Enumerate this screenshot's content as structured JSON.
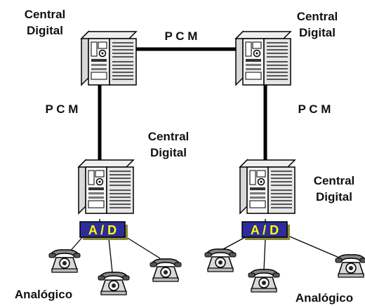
{
  "labels": {
    "central_top_left": [
      "Central",
      "Digital"
    ],
    "central_top_right": [
      "Central",
      "Digital"
    ],
    "central_mid_left": [
      "Central",
      "Digital"
    ],
    "central_mid_right": [
      "Central",
      "Digital"
    ],
    "pcm_top": "P C M",
    "pcm_left": "P C M",
    "pcm_right": "P C M",
    "ad_left": "A / D",
    "ad_right": "A / D",
    "analog_left": "Analógico",
    "analog_right": "Analógico"
  },
  "icons": {
    "server": "server-tower-icon",
    "phone": "analog-telephone-icon"
  },
  "colors": {
    "ad_box_fill": "#2c2c9a",
    "ad_box_shadow": "#8a8a3a",
    "ad_text": "#ffff00"
  }
}
